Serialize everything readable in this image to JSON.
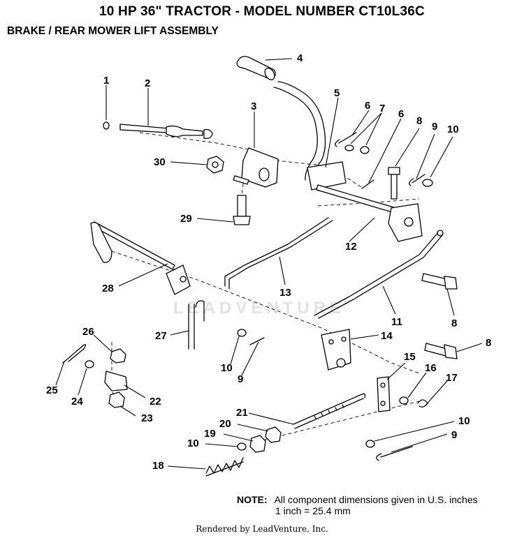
{
  "page": {
    "title": "10 HP 36\" TRACTOR  - MODEL NUMBER CT10L36C",
    "subtitle": "BRAKE / REAR MOWER LIFT ASSEMBLY"
  },
  "callouts": [
    "1",
    "2",
    "3",
    "4",
    "5",
    "6",
    "7",
    "6",
    "8",
    "9",
    "10",
    "30",
    "29",
    "12",
    "28",
    "13",
    "11",
    "8",
    "27",
    "26",
    "14",
    "8",
    "10",
    "9",
    "15",
    "16",
    "17",
    "25",
    "24",
    "22",
    "23",
    "21",
    "10",
    "20",
    "19",
    "9",
    "10",
    "18"
  ],
  "watermark": "LEADVENTURE",
  "note": {
    "label": "NOTE:",
    "line1": "All component dimensions given in U.S. inches",
    "line2": "1 inch = 25.4 mm"
  },
  "footer": "Rendered by LeadVenture, Inc."
}
